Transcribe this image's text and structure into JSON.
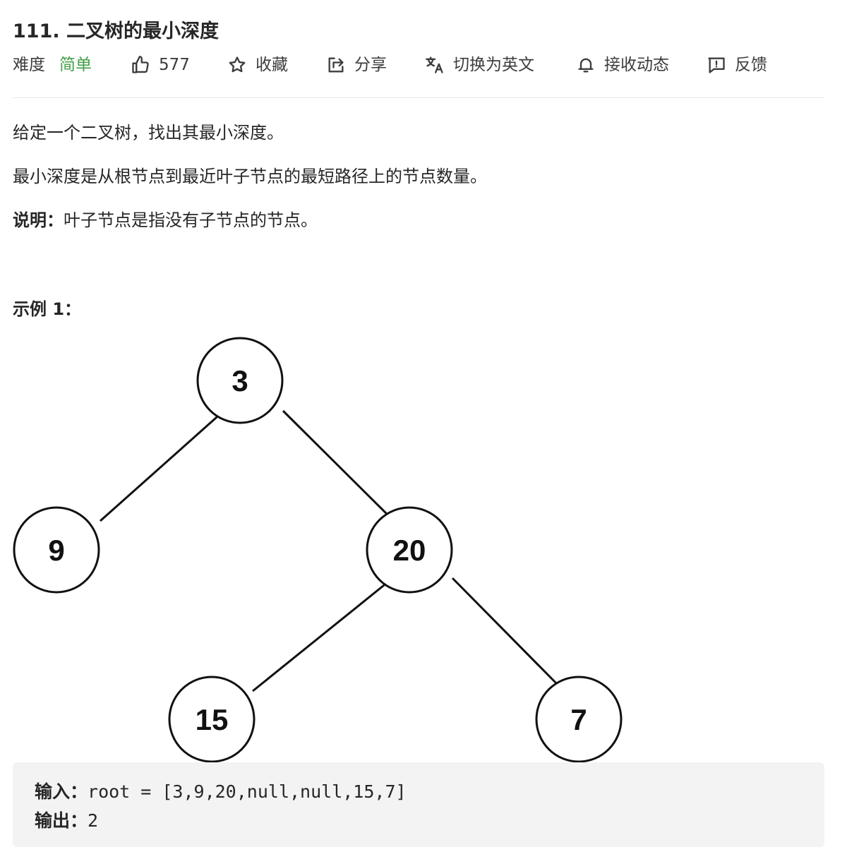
{
  "problem": {
    "title": "111. 二叉树的最小深度"
  },
  "meta": {
    "difficulty_label": "难度",
    "difficulty_value": "简单",
    "likes": "577",
    "favorite": "收藏",
    "share": "分享",
    "translate": "切换为英文",
    "subscribe": "接收动态",
    "feedback": "反馈",
    "icons": [
      "thumbs-up-icon",
      "star-icon",
      "share-icon",
      "translate-icon",
      "bell-icon",
      "feedback-icon"
    ]
  },
  "description": {
    "line1": "给定一个二叉树，找出其最小深度。",
    "line2": "最小深度是从根节点到最近叶子节点的最短路径上的节点数量。",
    "note_label": "说明：",
    "note_text": "叶子节点是指没有子节点的节点。"
  },
  "example": {
    "title": "示例 1：",
    "tree_nodes": [
      "3",
      "9",
      "20",
      "15",
      "7"
    ],
    "input_label": "输入：",
    "input_value": "root = [3,9,20,null,null,15,7]",
    "output_label": "输出：",
    "output_value": "2"
  },
  "colors": {
    "text": "#262626",
    "difficulty_easy": "#43a047",
    "code_bg": "#f3f3f4",
    "divider": "#e6e6e6"
  }
}
